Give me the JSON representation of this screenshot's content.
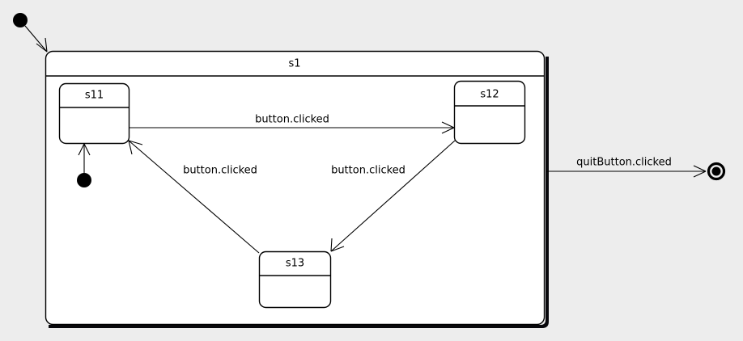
{
  "diagram": {
    "type": "uml-state-machine",
    "background_color": "#ededed",
    "line_color": "#000000",
    "state_fill_color": "#ffffff",
    "composite_state": {
      "name": "s1",
      "substates": [
        {
          "name": "s11"
        },
        {
          "name": "s12"
        },
        {
          "name": "s13"
        }
      ]
    },
    "transitions": [
      {
        "from": "initial",
        "to": "s1",
        "label": ""
      },
      {
        "from": "inner-initial",
        "to": "s11",
        "label": ""
      },
      {
        "from": "s11",
        "to": "s12",
        "label": "button.clicked"
      },
      {
        "from": "s12",
        "to": "s13",
        "label": "button.clicked"
      },
      {
        "from": "s13",
        "to": "s11",
        "label": "button.clicked"
      },
      {
        "from": "s1",
        "to": "final",
        "label": "quitButton.clicked"
      }
    ],
    "nodes": {
      "initial_node": "initial-state-node",
      "inner_initial_node": "initial-state-node",
      "final_node": "final-state-node"
    },
    "labels": {
      "s1": "s1",
      "s11": "s11",
      "s12": "s12",
      "s13": "s13",
      "t_s11_s12": "button.clicked",
      "t_s12_s13": "button.clicked",
      "t_s13_s11": "button.clicked",
      "t_quit": "quitButton.clicked"
    }
  }
}
